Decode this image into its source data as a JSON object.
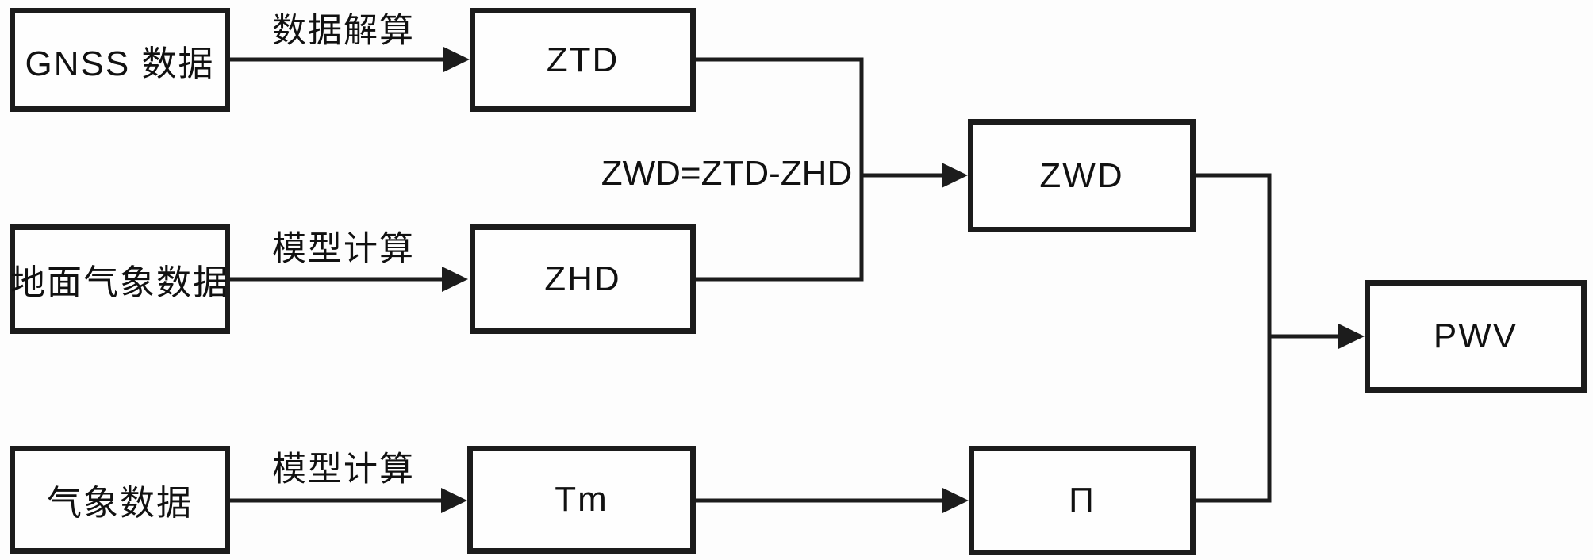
{
  "diagram": {
    "type": "flowchart",
    "nodes": {
      "gnss": {
        "label": "GNSS 数据"
      },
      "ztd": {
        "label": "ZTD"
      },
      "ground_met": {
        "label": "地面气象数据"
      },
      "zhd": {
        "label": "ZHD"
      },
      "met": {
        "label": "气象数据"
      },
      "tm": {
        "label": "Tm"
      },
      "zwd": {
        "label": "ZWD"
      },
      "pi": {
        "label": "Π"
      },
      "pwv": {
        "label": "PWV"
      }
    },
    "edges": {
      "gnss_to_ztd": {
        "label": "数据解算"
      },
      "ground_to_zhd": {
        "label": "模型计算"
      },
      "met_to_tm": {
        "label": "模型计算"
      },
      "merge_to_zwd": {
        "label": "ZWD=ZTD-ZHD"
      }
    },
    "colors": {
      "line": "#1c1c1c",
      "background": "#fdfdfd",
      "text": "#111111"
    }
  }
}
